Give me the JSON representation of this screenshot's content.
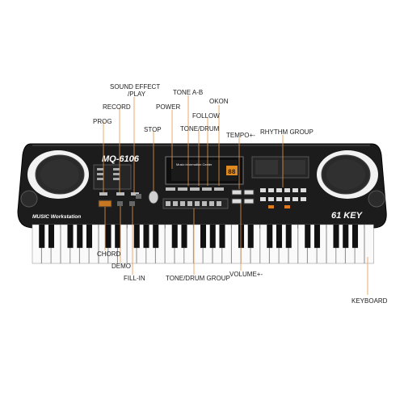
{
  "labels": {
    "sound_effect": "SOUND EFFECT",
    "play": "/PLAY",
    "tone_ab": "TONE A-B",
    "power": "POWER",
    "okon": "OKON",
    "record": "RECORD",
    "follow": "FOLLOW",
    "prog": "PROG",
    "tone_drum": "TONE/DRUM",
    "stop": "STOP",
    "tempo": "TEMPO+-",
    "rhythm_group": "RHYTHM GROUP",
    "chord": "CHORD",
    "demo": "DEMO",
    "fill_in": "FILL-IN",
    "tone_drum_group": "TONE/DRUM GROUP",
    "volume": "VOLUME+-",
    "keyboard": "KEYBOARD"
  },
  "device": {
    "model": "MQ-6106",
    "subtitle": "MUSIC Workstation",
    "keys": "61 KEY",
    "screen_title": "Music information Center",
    "screen_digits": "88"
  },
  "colors": {
    "body": "#1c1c1c",
    "accent": "#e07a1f",
    "leader": "#e59a45"
  }
}
